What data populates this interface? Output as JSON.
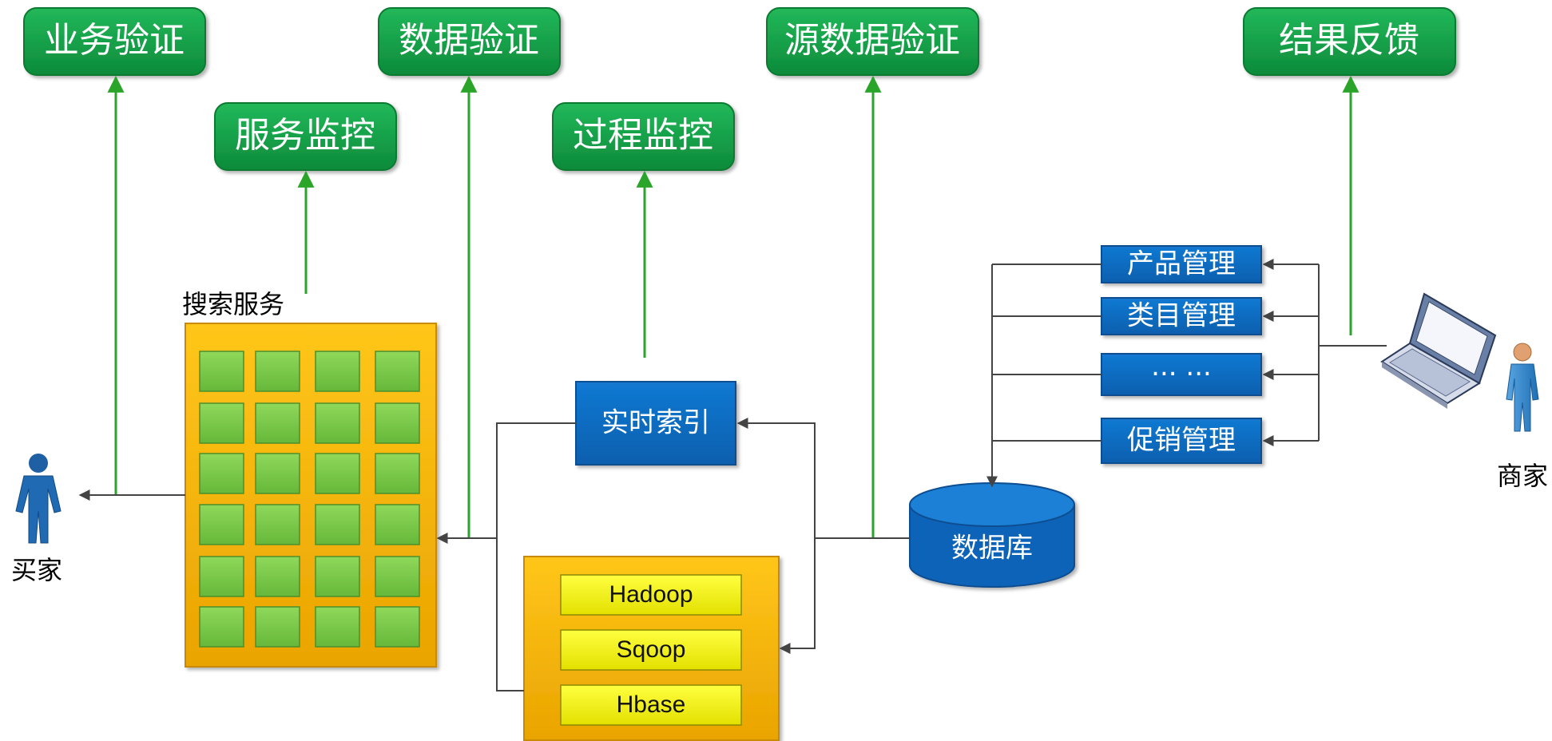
{
  "validation_boxes": {
    "business": "业务验证",
    "data": "数据验证",
    "source_data": "源数据验证",
    "feedback": "结果反馈",
    "service_monitor": "服务监控",
    "process_monitor": "过程监控"
  },
  "search_service": {
    "label": "搜索服务",
    "grid_rows": 6,
    "grid_cols": 4
  },
  "realtime_index": "实时索引",
  "stack": [
    "Hadoop",
    "Sqoop",
    "Hbase"
  ],
  "database": "数据库",
  "management": [
    "产品管理",
    "类目管理",
    "··· ···",
    "促销管理"
  ],
  "actors": {
    "buyer": "买家",
    "merchant": "商家"
  },
  "colors": {
    "green_box": "#14a04a",
    "blue_box": "#0b6cc1",
    "orange_panel": "#f5b400",
    "grid_cell": "#7ccc4a",
    "yellow_bar": "#f2f000",
    "green_arrow": "#2aa52a",
    "dark_arrow": "#444444",
    "person": "#2a83c9"
  }
}
